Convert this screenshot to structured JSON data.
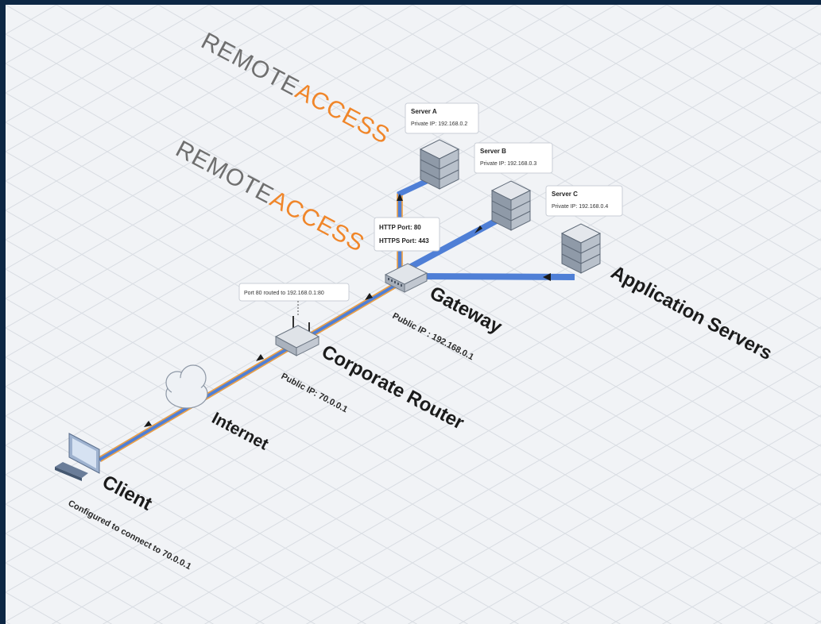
{
  "logos": [
    {
      "part1": "REMOTE",
      "part2": "ACCESS"
    },
    {
      "part1": "REMOTE",
      "part2": "ACCESS"
    }
  ],
  "nodes": {
    "client": {
      "label": "Client",
      "sublabel": "Configured to connect to 70.0.0.1"
    },
    "internet": {
      "label": "Internet"
    },
    "router": {
      "label": "Corporate Router",
      "sublabel": "Public IP: 70.0.0.1"
    },
    "gateway": {
      "label": "Gateway",
      "sublabel": "Public IP : 192.168.0.1"
    },
    "app_servers": {
      "label": "Application Servers"
    }
  },
  "callouts": {
    "router_port": {
      "text": "Port 80 routed to 192.168.0.1:80"
    },
    "gateway_ports": {
      "line1": "HTTP Port: 80",
      "line2": "HTTPS Port: 443"
    },
    "server_a": {
      "title": "Server A",
      "ip": "Private IP: 192.168.0.2"
    },
    "server_b": {
      "title": "Server B",
      "ip": "Private IP: 192.168.0.3"
    },
    "server_c": {
      "title": "Server C",
      "ip": "Private IP: 192.168.0.4"
    }
  },
  "colors": {
    "frame": "#0d2744",
    "canvas": "#f1f3f6",
    "grid": "#d9dde3",
    "link_blue": "#4f7fd6",
    "link_orange": "#f0a040",
    "accent_orange": "#f0862a",
    "device": "#c8ced8"
  },
  "icons": [
    "monitor-icon",
    "cloud-icon",
    "router-icon",
    "switch-icon",
    "server-icon"
  ]
}
